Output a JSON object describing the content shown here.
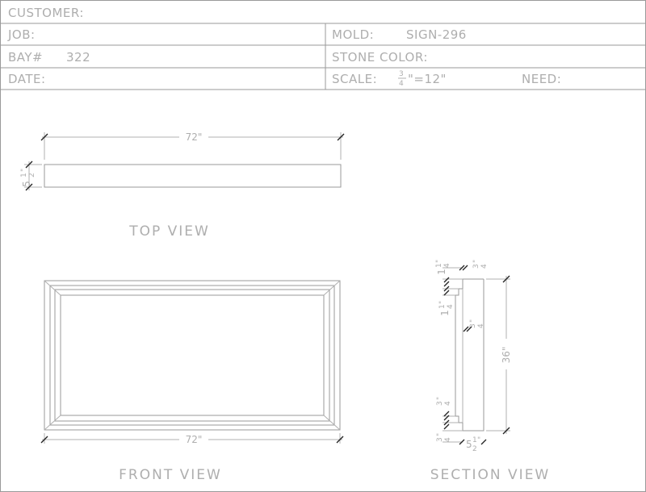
{
  "title_block": {
    "customer_label": "CUSTOMER:",
    "job_label": "JOB:",
    "mold_label": "MOLD:",
    "mold_value": "SIGN-296",
    "bay_label": "BAY#",
    "bay_value": "322",
    "stone_color_label": "STONE COLOR:",
    "date_label": "DATE:",
    "scale_label": "SCALE:",
    "scale_num": "3",
    "scale_den": "4",
    "scale_rest": "\"=12\"",
    "need_label": "NEED:"
  },
  "top_view": {
    "title": "TOP VIEW",
    "width_dim": "72\"",
    "depth_whole": "5",
    "depth_num": "1",
    "depth_den": "2",
    "depth_unit": "\""
  },
  "front_view": {
    "title": "FRONT VIEW",
    "width_dim": "72\""
  },
  "section_view": {
    "title": "SECTION VIEW",
    "height_dim": "36\"",
    "top_step_whole": "1",
    "top_step_num": "1",
    "top_step_den": "4",
    "top_step_unit": "\"",
    "top_lip_num": "3",
    "top_lip_den": "4",
    "top_lip_unit": "\"",
    "top_mid_whole": "1",
    "top_mid_num": "1",
    "top_mid_den": "4",
    "top_mid_unit": "\"",
    "mid_num": "3",
    "mid_den": "4",
    "mid_unit": "\"",
    "bottom_step_num": "3",
    "bottom_step_den": "4",
    "bottom_step_unit": "\"",
    "bottom_lip_num": "3",
    "bottom_lip_den": "4",
    "bottom_lip_unit": "\"",
    "depth_whole": "5",
    "depth_num": "1",
    "depth_den": "2",
    "depth_unit": "\""
  }
}
